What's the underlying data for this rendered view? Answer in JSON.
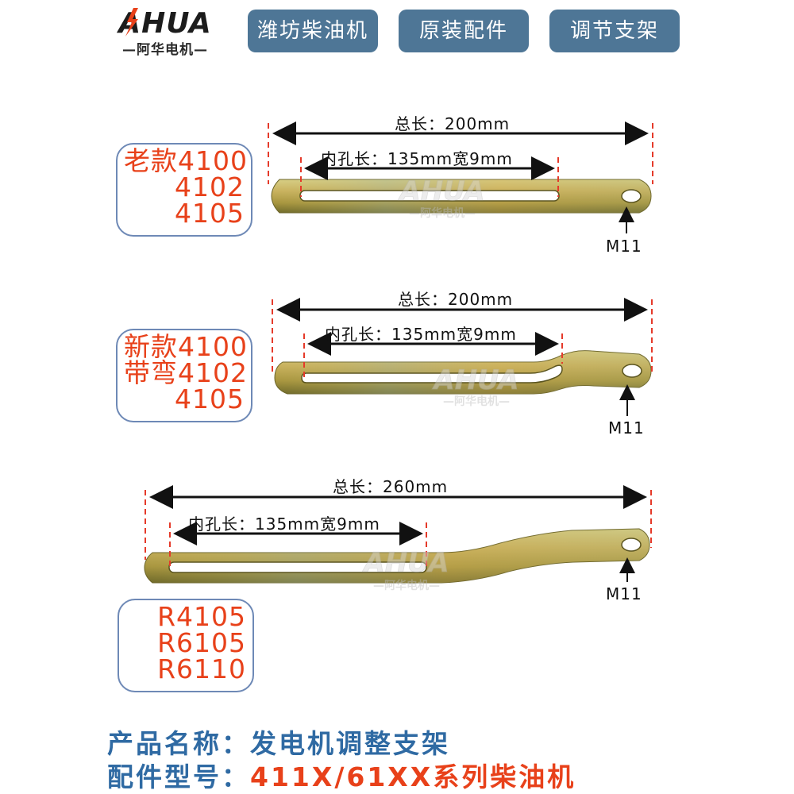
{
  "header": {
    "logo_text": "AHUA",
    "logo_sub": "—阿华电机—",
    "tags": [
      "潍坊柴油机",
      "原装配件",
      "调节支架"
    ]
  },
  "colors": {
    "tag_bg": "#4e7696",
    "red": "#e8411a",
    "blue": "#2f6aa3",
    "dashed": "#e53a2a",
    "box_border": "#6e89b6"
  },
  "parts": [
    {
      "total_label": "总长：200mm",
      "hole_label": "内孔长：135mm宽9mm",
      "bolt_label": "M11",
      "models": [
        "老款4100",
        "4102",
        "4105"
      ],
      "watermark": "AHUA",
      "watermark_sub": "—阿华电机—"
    },
    {
      "total_label": "总长：200mm",
      "hole_label": "内孔长：135mm宽9mm",
      "bolt_label": "M11",
      "models": [
        "新款4100",
        "带弯4102",
        "4105"
      ],
      "watermark": "AHUA",
      "watermark_sub": "—阿华电机—"
    },
    {
      "total_label": "总长：260mm",
      "hole_label": "内孔长：135mm宽9mm",
      "bolt_label": "M11",
      "models": [
        "R4105",
        "R6105",
        "R6110"
      ],
      "watermark": "AHUA",
      "watermark_sub": "—阿华电机—"
    }
  ],
  "info": {
    "name_key": "产品名称：",
    "name_val": "发电机调整支架",
    "model_key": "配件型号：",
    "model_val": "411X/61XX系列柴油机"
  }
}
